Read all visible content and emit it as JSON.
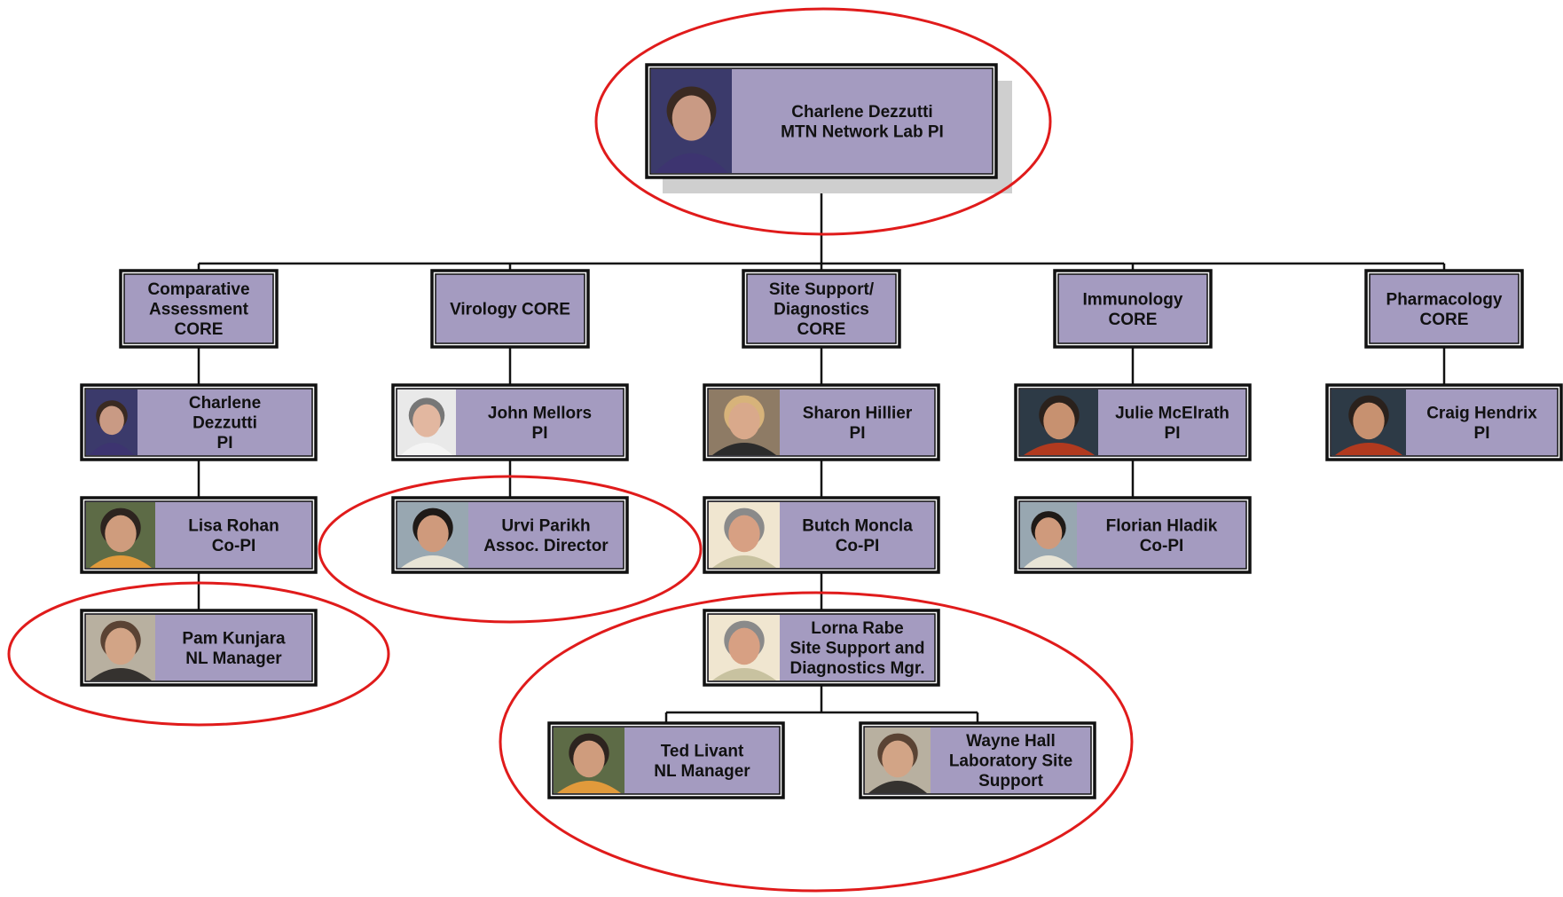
{
  "root": {
    "lines": [
      "Charlene Dezzutti",
      "MTN Network Lab PI"
    ]
  },
  "cores": [
    {
      "lines": [
        "Comparative",
        "Assessment",
        "CORE"
      ]
    },
    {
      "lines": [
        "Virology CORE"
      ]
    },
    {
      "lines": [
        "Site Support/",
        "Diagnostics",
        "CORE"
      ]
    },
    {
      "lines": [
        "Immunology",
        "CORE"
      ]
    },
    {
      "lines": [
        "Pharmacology",
        "CORE"
      ]
    }
  ],
  "people": {
    "dezzutti_pi": [
      "Charlene",
      "Dezzutti",
      "PI"
    ],
    "rohan": [
      "Lisa Rohan",
      "Co-PI"
    ],
    "kunjara": [
      "Pam Kunjara",
      "NL Manager"
    ],
    "mellors": [
      "John Mellors",
      "PI"
    ],
    "parikh": [
      "Urvi Parikh",
      "Assoc. Director"
    ],
    "hillier": [
      "Sharon Hillier",
      "PI"
    ],
    "moncla": [
      "Butch Moncla",
      "Co-PI"
    ],
    "rabe": [
      "Lorna Rabe",
      "Site Support and",
      "Diagnostics Mgr."
    ],
    "livant": [
      "Ted Livant",
      "NL Manager"
    ],
    "hall": [
      "Wayne Hall",
      "Laboratory Site",
      "Support"
    ],
    "mcelrath": [
      "Julie McElrath",
      "PI"
    ],
    "hladik": [
      "Florian Hladik",
      "Co-PI"
    ],
    "hendrix": [
      "Craig Hendrix",
      "PI"
    ]
  },
  "colors": {
    "box_fill": "#a49bc0",
    "highlight_ring": "#e01b1b",
    "connector": "#111111"
  }
}
